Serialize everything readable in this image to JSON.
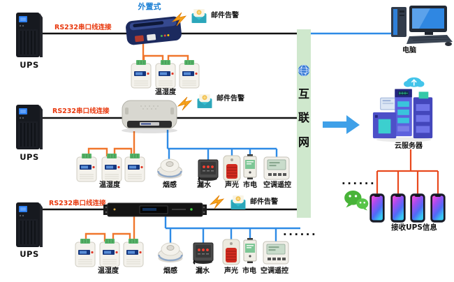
{
  "colors": {
    "line_black": "#111111",
    "line_orange": "#f0762c",
    "line_blue": "#2e8be6",
    "line_red": "#e8491d",
    "rs232_text": "#e8380d",
    "external_text": "#1a7fd4",
    "internet_bar": "#cfe8cd",
    "arrow_blue": "#3fa0e8",
    "wechat_green": "#48b338"
  },
  "left_column": {
    "ups_label": "UPS",
    "link_label": "RS232串口线连接"
  },
  "collectors": {
    "external_label": "外置式"
  },
  "alerts": {
    "email_label": "邮件告警"
  },
  "sensors": {
    "temp_humidity": "温湿度",
    "smoke": "烟感",
    "water_leak": "漏水",
    "sound_light": "声光",
    "mains_power": "市电",
    "ac_remote": "空调遥控",
    "more_dots": "......"
  },
  "internet": {
    "chars": [
      "互",
      "联",
      "网"
    ]
  },
  "right_column": {
    "computer_label": "电脑",
    "cloud_server_label": "云服务器",
    "receive_label": "接收UPS信息",
    "more_dots": "......"
  }
}
